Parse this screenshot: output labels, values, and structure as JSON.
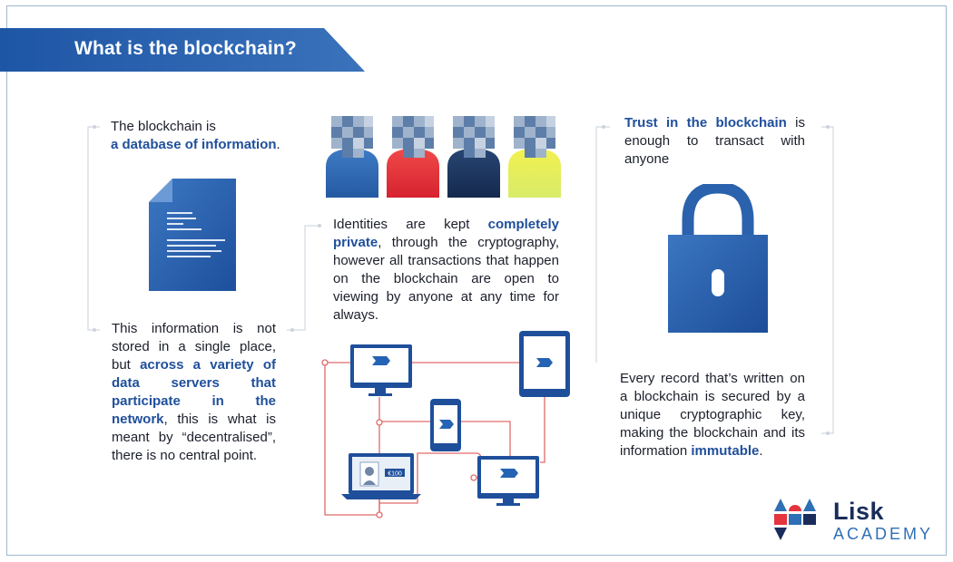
{
  "title": "What is the blockchain?",
  "col1": {
    "intro_plain": "The blockchain is",
    "intro_bold": "a database of information",
    "intro_end": ".",
    "para_a": "This information is not stored in a single place, but",
    "para_bold": "across a variety of data servers that participate in the network",
    "para_b": ", this is what is meant by “decentralised”, there is no central point."
  },
  "col2": {
    "para_a": "Identities are kept",
    "para_bold": "completely private",
    "para_b": ", through the cryptography, however all transactions that happen on the blockchain are open to viewing by anyone at any time for always.",
    "laptop_badge": "€100"
  },
  "col3": {
    "trust_bold": "Trust in the blockchain",
    "trust_rest": " is enough to transact with anyone",
    "record_a": "Every record that’s written on a blockchain is secured by a unique cryptographic key, making the blockchain and its information",
    "record_bold": "immutable",
    "record_end": "."
  },
  "logo": {
    "name": "Lisk",
    "sub": "ACADEMY"
  },
  "colors": {
    "banner": "#2e63ad",
    "highlight": "#1f4f9b",
    "network_line": "#e06a6a",
    "avatar_1": "#2f6ab3",
    "avatar_2": "#e4343e",
    "avatar_3": "#1c3560",
    "avatar_4": "#e7ef5a"
  },
  "icons": [
    "document-icon",
    "avatar-icon",
    "padlock-icon",
    "monitor-icon",
    "tablet-icon",
    "phone-icon",
    "laptop-icon",
    "lisk-logo-icon"
  ]
}
